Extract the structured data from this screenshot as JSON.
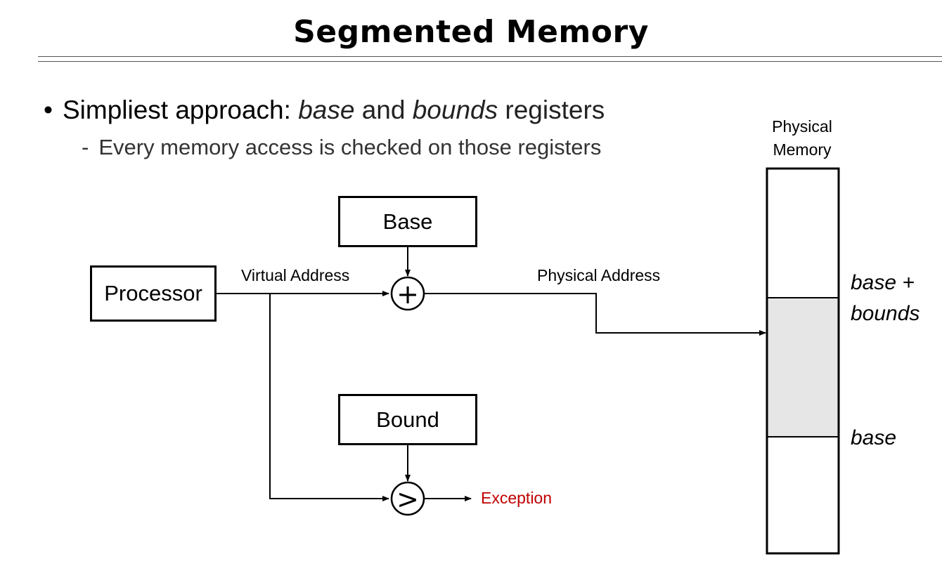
{
  "title": "Segmented Memory",
  "bullet": {
    "lead": "Simpliest approach",
    "colon": ":",
    "base_word": "base",
    "and_word": "and",
    "bounds_word": "bounds",
    "registers_word": "registers"
  },
  "sub_bullet": "Every memory access is checked on those registers",
  "diagram": {
    "processor_label": "Processor",
    "base_label": "Base",
    "bound_label": "Bound",
    "virtual_address_label": "Virtual Address",
    "physical_address_label": "Physical Address",
    "plus_symbol": "+",
    "greater_symbol": ">",
    "exception_label": "Exception",
    "physical_memory_label_line1": "Physical",
    "physical_memory_label_line2": "Memory",
    "base_plus_bounds_line1": "base +",
    "base_plus_bounds_line2": "bounds",
    "base_marker": "base"
  },
  "colors": {
    "text": "#000000",
    "exception": "#c00000",
    "segment_fill": "#e6e6e6"
  }
}
